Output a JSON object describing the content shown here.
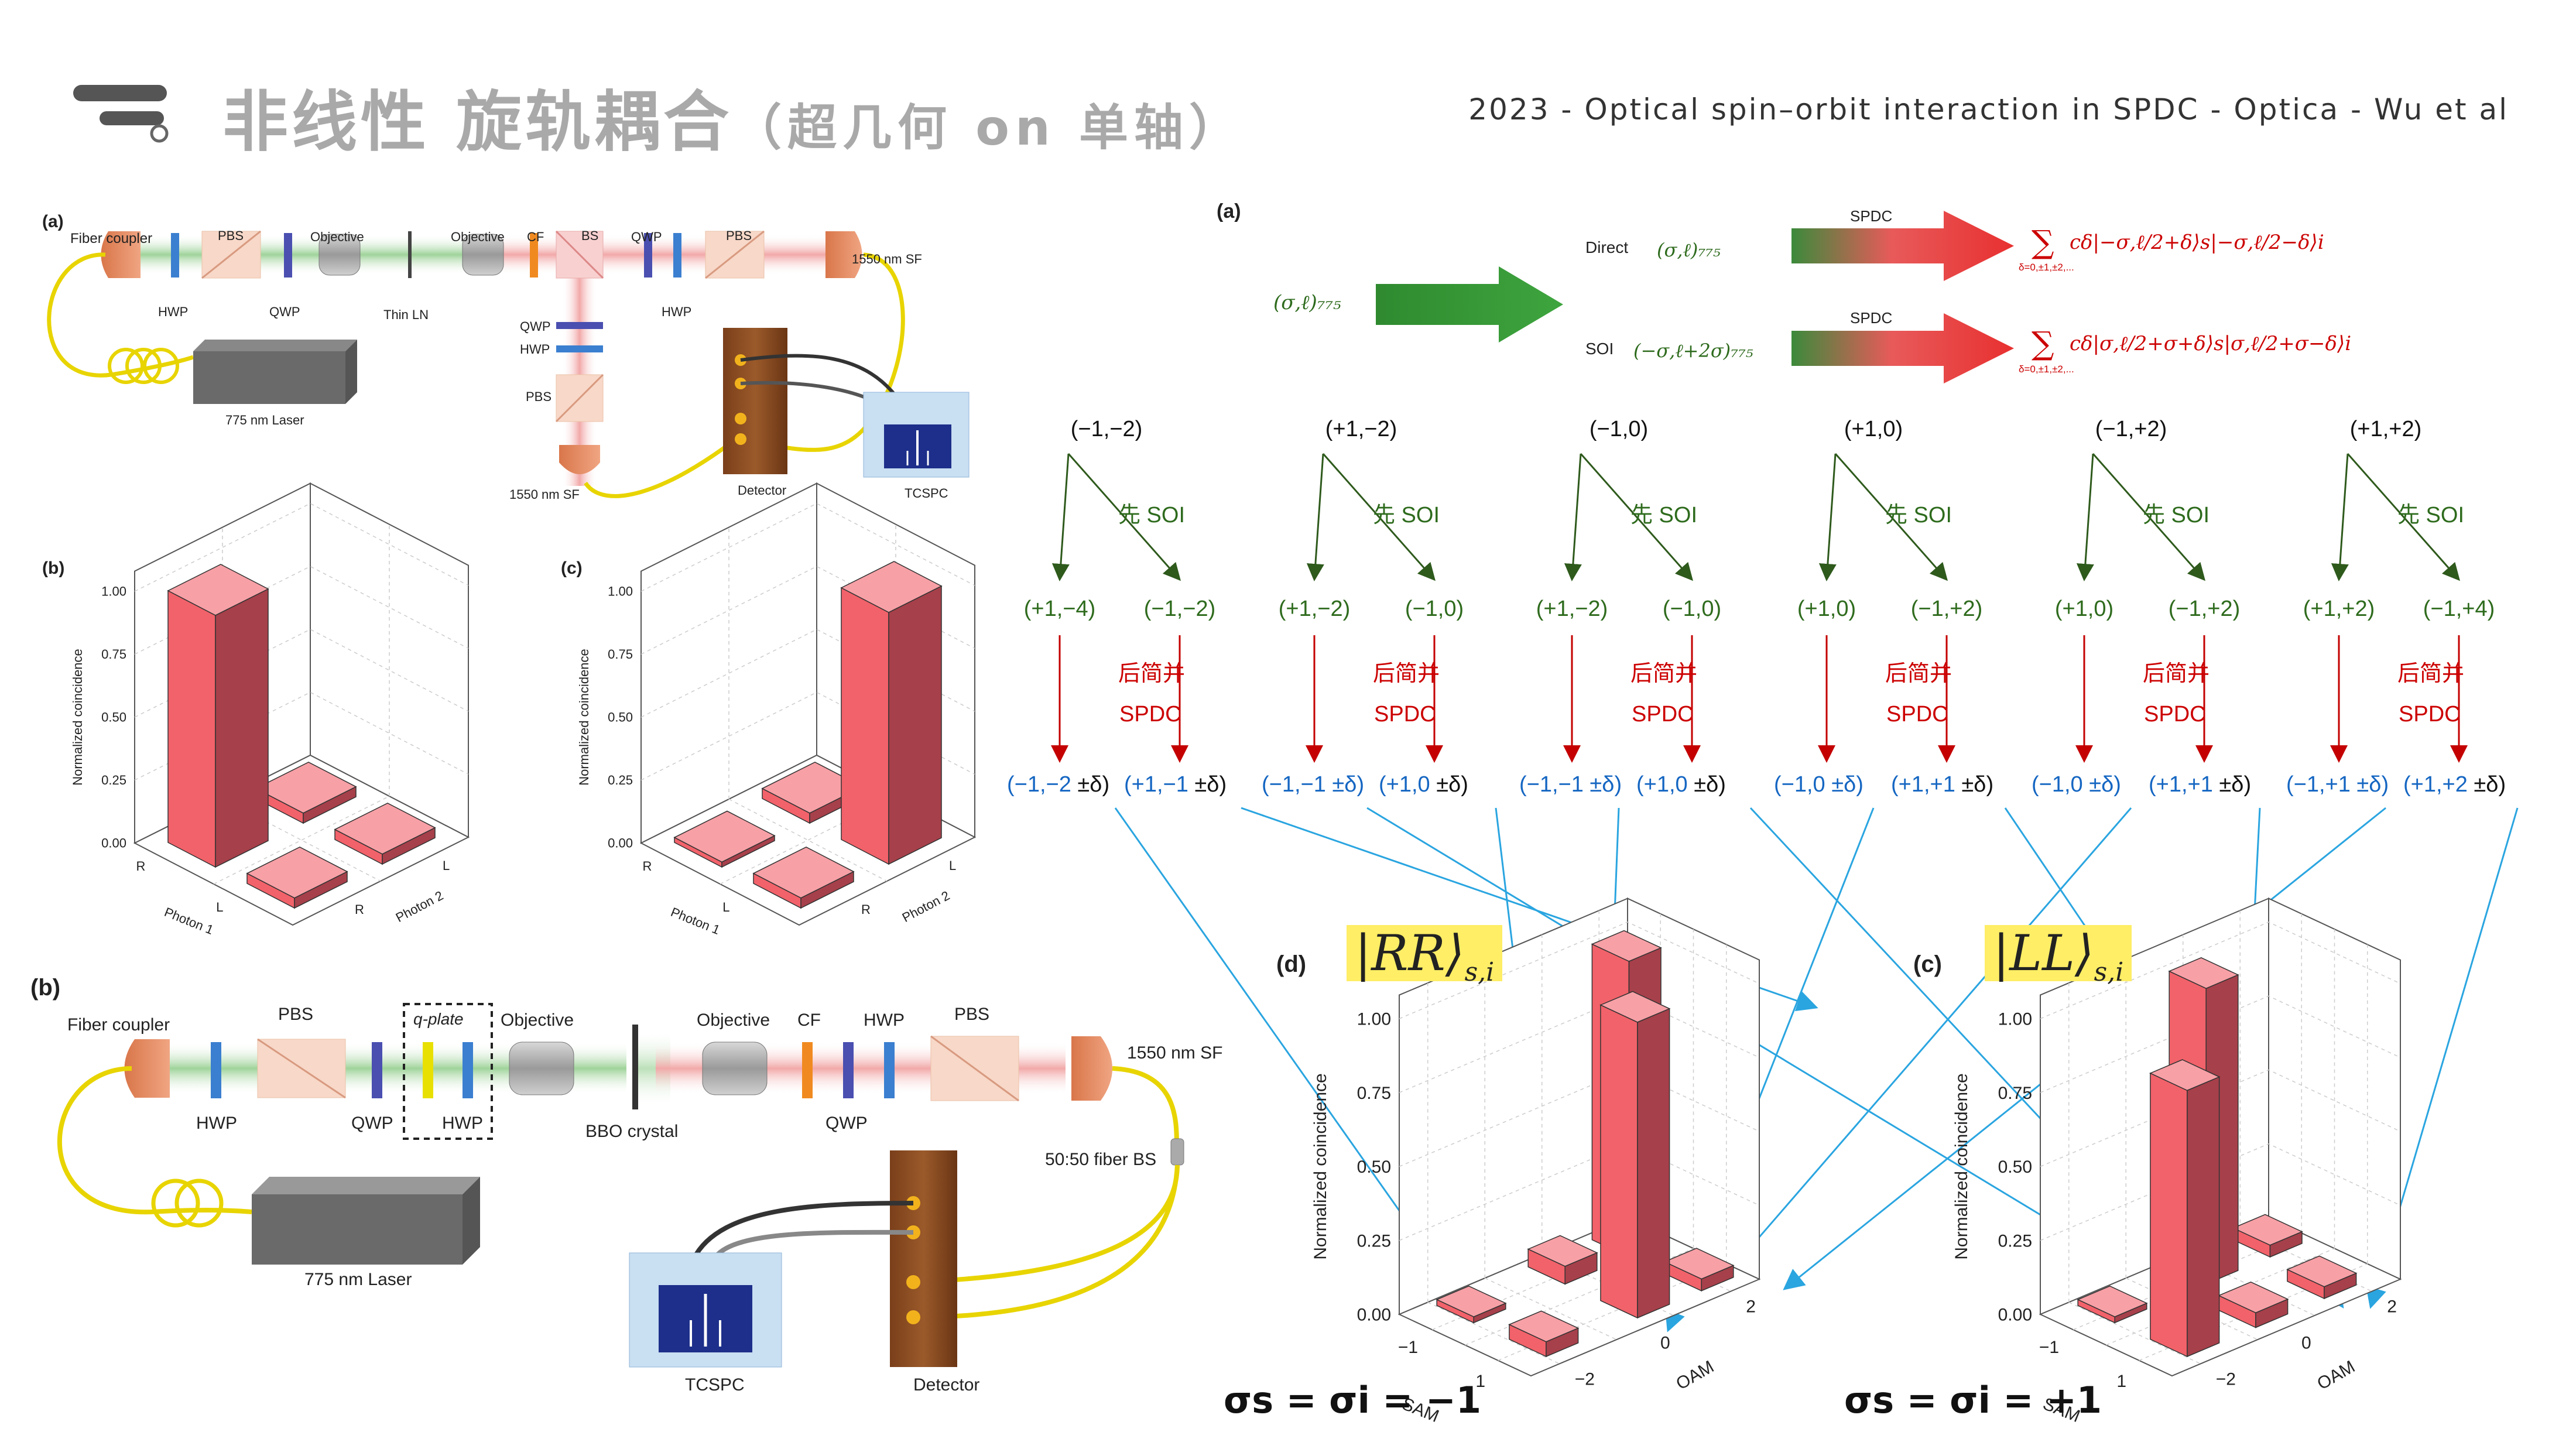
{
  "header": {
    "title": "非线性 旋轨耦合",
    "subtitle": "（超几何 on 单轴）",
    "reference": "2023 - Optical spin–orbit interaction in SPDC - Optica - Wu et al"
  },
  "colors": {
    "green_text": "#2e6b1d",
    "red_text": "#cc0000",
    "blue_text": "#1566c2",
    "arrow_green": "#2e5a1c",
    "arrow_red": "#c40000",
    "cyan_line": "#2aa5e0",
    "bar_face": "#f2626a",
    "bar_side": "#a6404a",
    "bar_top": "#f7a0a6",
    "ket_bg": "#ffee66"
  },
  "setup_a": {
    "panel": "(a)",
    "labels": {
      "fiber_coupler": "Fiber coupler",
      "pbs1": "PBS",
      "objective1": "Objective",
      "objective2": "Objective",
      "cf": "CF",
      "bs": "BS",
      "qwp_top": "QWP",
      "pbs2": "PBS",
      "sf_right": "1550 nm SF",
      "hwp1": "HWP",
      "qwp1": "QWP",
      "thin_ln": "Thin LN",
      "hwp2": "HWP",
      "qwp_v": "QWP",
      "hwp_v": "HWP",
      "pbs_v": "PBS",
      "laser": "775 nm Laser",
      "sf_bottom": "1550 nm SF",
      "detector": "Detector",
      "tcspc": "TCSPC"
    }
  },
  "bar_b": {
    "panel": "(b)",
    "zlabel": "Normalized coincidence",
    "zticks": [
      "1.00",
      "0.75",
      "0.50",
      "0.25",
      "0.00"
    ],
    "xlabel": "Photon 1",
    "ylabel": "Photon 2",
    "xticks": [
      "R",
      "L"
    ],
    "yticks": [
      "R",
      "L"
    ]
  },
  "bar_c": {
    "panel": "(c)",
    "zlabel": "Normalized coincidence",
    "zticks": [
      "1.00",
      "0.75",
      "0.50",
      "0.25",
      "0.00"
    ],
    "xlabel": "Photon 1",
    "ylabel": "Photon 2",
    "xticks": [
      "R",
      "L"
    ],
    "yticks": [
      "R",
      "L"
    ]
  },
  "setup_b": {
    "panel": "(b)",
    "labels": {
      "fiber_coupler": "Fiber coupler",
      "pbs1": "PBS",
      "qplate": "q-plate",
      "objective1": "Objective",
      "objective2": "Objective",
      "cf": "CF",
      "hwp_top": "HWP",
      "pbs2": "PBS",
      "sf": "1550 nm SF",
      "hwp1": "HWP",
      "qwp1": "QWP",
      "hwp_q": "HWP",
      "bbo": "BBO crystal",
      "qwp2": "QWP",
      "fiber_bs": "50:50 fiber BS",
      "laser": "775 nm Laser",
      "tcspc": "TCSPC",
      "detector": "Detector"
    }
  },
  "theory": {
    "panel": "(a)",
    "input": "(σ,ℓ)₇₇₅",
    "direct_label": "Direct",
    "direct_state": "(σ,ℓ)₇₇₅",
    "soi_label": "SOI",
    "soi_state": "(−σ,ℓ+2σ)₇₇₅",
    "spdc_label": "SPDC",
    "formula_direct": "cδ|−σ,ℓ/2+δ⟩s|−σ,ℓ/2−δ⟩i",
    "formula_soi": "cδ|σ,ℓ/2+σ+δ⟩s|σ,ℓ/2+σ−δ⟩i",
    "sum_index": "δ=0,±1,±2,..."
  },
  "tree": {
    "step1_label": "先 SOI",
    "step2_label_a": "后简并",
    "step2_label_b": "SPDC",
    "columns": [
      {
        "top": "(−1,−2)",
        "mid_left": "(+1,−4)",
        "mid_right": "(−1,−2)",
        "bot_left": "(−1,−2",
        "bot_left_pm": " ±δ)",
        "bot_right": "(+1,−1",
        "bot_right_pm": " ±δ)"
      },
      {
        "top": "(+1,−2)",
        "mid_left": "(+1,−2)",
        "mid_right": "(−1,0)",
        "bot_left": "(−1,−1",
        "bot_left_pm": " ±δ)",
        "bot_right": "(+1,0",
        "bot_right_pm": " ±δ)"
      },
      {
        "top": "(−1,0)",
        "mid_left": "(+1,−2)",
        "mid_right": "(−1,0)",
        "bot_left": "(−1,−1",
        "bot_left_pm": " ±δ)",
        "bot_right": "(+1,0",
        "bot_right_pm": " ±δ)"
      },
      {
        "top": "(+1,0)",
        "mid_left": "(+1,0)",
        "mid_right": "(−1,+2)",
        "bot_left": "(−1,0",
        "bot_left_pm": " ±δ)",
        "bot_right": "(+1,+1",
        "bot_right_pm": " ±δ)"
      },
      {
        "top": "(−1,+2)",
        "mid_left": "(+1,0)",
        "mid_right": "(−1,+2)",
        "bot_left": "(−1,0",
        "bot_left_pm": " ±δ)",
        "bot_right": "(+1,+1",
        "bot_right_pm": " ±δ)"
      },
      {
        "top": "(+1,+2)",
        "mid_left": "(+1,+2)",
        "mid_right": "(−1,+4)",
        "bot_left": "(−1,+1",
        "bot_left_pm": " ±δ)",
        "bot_right": "(+1,+2",
        "bot_right_pm": " ±δ)"
      }
    ]
  },
  "bar_d": {
    "panel": "(d)",
    "ket": "|RR⟩",
    "ket_sub": "s,i",
    "zlabel": "Normalized coincidence",
    "zticks": [
      "1.00",
      "0.75",
      "0.50",
      "0.25",
      "0.00"
    ],
    "xlabel": "SAM",
    "ylabel": "OAM",
    "xticks": [
      "−1",
      "1"
    ],
    "yticks": [
      "2",
      "0",
      "−2"
    ],
    "sigma_caption": "σs = σi = −1"
  },
  "bar_c2": {
    "panel": "(c)",
    "ket": "|LL⟩",
    "ket_sub": "s,i",
    "zlabel": "Normalized coincidence",
    "zticks": [
      "1.00",
      "0.75",
      "0.50",
      "0.25",
      "0.00"
    ],
    "xlabel": "SAM",
    "ylabel": "OAM",
    "xticks": [
      "−1",
      "1"
    ],
    "yticks": [
      "2",
      "0",
      "−2"
    ],
    "sigma_caption": "σs = σi = +1"
  }
}
